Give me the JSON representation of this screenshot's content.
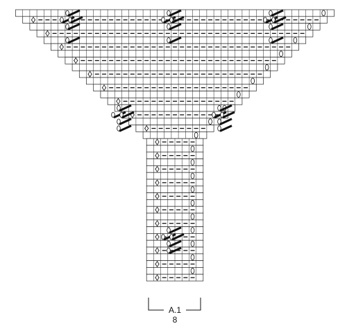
{
  "diagram": {
    "chart_label": "A.1",
    "repeat_count": "8",
    "symbols": {
      "knit": "empty-square",
      "purl": "dash",
      "yarn_over": "oval-icon",
      "increase": "diamond-icon",
      "cable": "slanted-bar-icon"
    },
    "rows": 40,
    "cable_groups": [
      {
        "rows": [
          1,
          2,
          3,
          5
        ],
        "count": 3
      },
      {
        "rows": [
          15,
          16,
          17,
          18
        ],
        "count": 2
      },
      {
        "rows": [
          33,
          34,
          35,
          36
        ],
        "count": 1
      }
    ]
  },
  "colors": {
    "grid": "#222222",
    "background": "#ffffff",
    "cable": "#111111"
  }
}
